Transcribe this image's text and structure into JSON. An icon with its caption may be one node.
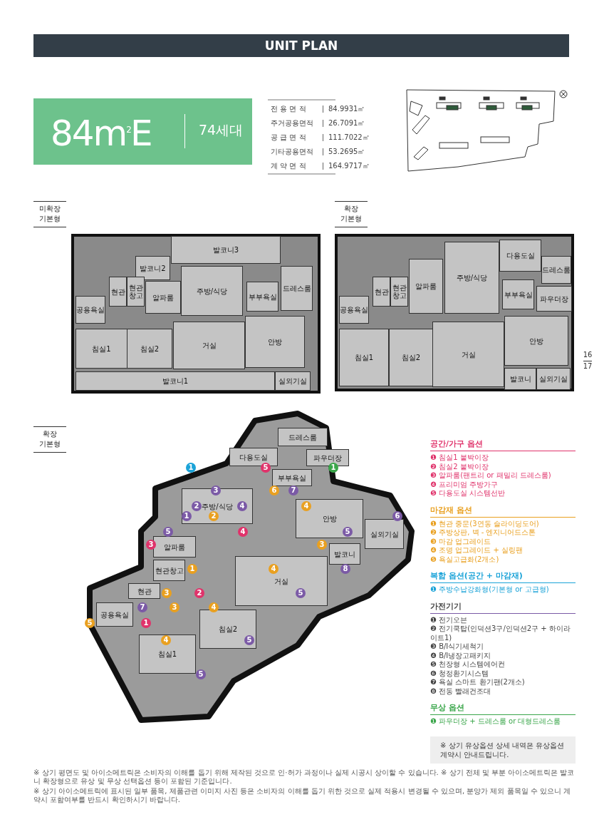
{
  "diagram": {
    "nodes": [
      {
        "text": [
          "UNIT PLAN"
        ]
      },
      {
        "text": [
          "84m$^{2}$E",
          "74세대"
        ]
      },
      {
        "text": [],
        "shape": "picture"
      },
      {
        "text": [],
        "shape": "picture"
      },
      {
        "text": [
          "발코니3"
        ],
        "in": 3
      },
      {
        "text": [
          "발코니2"
        ],
        "in": 3
      },
      {
        "text": [
          "현관"
        ],
        "in": 3
      },
      {
        "text": [
          "현관창고"
        ],
        "in": 3
      },
      {
        "text": [
          "알파룸"
        ],
        "in": 3
      },
      {
        "text": [
          "주방/식당"
        ],
        "in": 3
      },
      {
        "text": [
          "부부욕실"
        ],
        "in": 3
      },
      {
        "text": [
          "드레스룸"
        ],
        "in": 3
      },
      {
        "text": [
          "공용욕실"
        ],
        "in": 3
      },
      {
        "text": [
          "침실1"
        ],
        "in": 3
      },
      {
        "text": [
          "침실2"
        ],
        "in": 3
      },
      {
        "text": [
          "거실"
        ],
        "in": 3
      },
      {
        "text": [
          "안방"
        ],
        "in": 3
      },
      {
        "text": [
          "발코니1"
        ],
        "in": 3
      },
      {
        "text": [
          "실외기실"
        ],
        "in": 3
      },
      {
        "text": [],
        "shape": "picture"
      },
      {
        "text": [
          "다용도실"
        ],
        "in": 19
      },
      {
        "text": [
          "드레스룸"
        ],
        "in": 19
      },
      {
        "text": [
          "현관"
        ],
        "in": 19
      },
      {
        "text": [
          "현관창고"
        ],
        "in": 19
      },
      {
        "text": [
          "알파룸"
        ],
        "in": 19
      },
      {
        "text": [
          "주방/식당"
        ],
        "in": 19
      },
      {
        "text": [
          "부부욕실"
        ],
        "in": 19
      },
      {
        "text": [
          "파우더장"
        ],
        "in": 19
      },
      {
        "text": [
          "공용욕실"
        ],
        "in": 19
      },
      {
        "text": [
          "침실1"
        ],
        "in": 19
      },
      {
        "text": [
          "침실2"
        ],
        "in": 19
      },
      {
        "text": [
          "거실"
        ],
        "in": 19
      },
      {
        "text": [
          "안방"
        ],
        "in": 19
      },
      {
        "text": [
          "발코니"
        ],
        "in": 19
      },
      {
        "text": [
          "실외기실"
        ],
        "in": 19
      },
      {
        "text": [],
        "shape": "picture"
      },
      {
        "text": [
          "드레스룸"
        ],
        "in": 35
      },
      {
        "text": [
          "파우더장"
        ],
        "in": 35
      },
      {
        "text": [
          "다용도실"
        ],
        "in": 35
      },
      {
        "text": [
          "부부욕실"
        ],
        "in": 35
      },
      {
        "text": [
          "주방/식당"
        ],
        "in": 35
      },
      {
        "text": [
          "알파룸"
        ],
        "in": 35
      },
      {
        "text": [
          "안방"
        ],
        "in": 35
      },
      {
        "text": [
          "실외기실"
        ],
        "in": 35
      },
      {
        "text": [
          "발코니"
        ],
        "in": 35
      },
      {
        "text": [
          "현관창고"
        ],
        "in": 35
      },
      {
        "text": [
          "현관"
        ],
        "in": 35
      },
      {
        "text": [
          "공용욕실"
        ],
        "in": 35
      },
      {
        "text": [
          "거실"
        ],
        "in": 35
      },
      {
        "text": [
          "침실2"
        ],
        "in": 35
      },
      {
        "text": [
          "침실1"
        ],
        "in": 35
      },
      {
        "text": [
          "※ 상기 유상옵션 상세 내역은 유상옵션 계약시 안내드립니다."
        ]
      }
    ],
    "labels": [
      "전 용 면 적",
      "84.9931㎡",
      "주거공용면적",
      "26.7091㎡",
      "공 급 면 적",
      "111.7022㎡",
      "기타공용면적",
      "53.2695㎡",
      "계 약 면 적",
      "164.9717㎡",
      "미확장 기본형",
      "확장 기본형",
      "16",
      "17",
      "확장 기본형",
      "1",
      "5",
      "1",
      "3",
      "6",
      "7",
      "2",
      "4",
      "4",
      "1",
      "2",
      "6",
      "5",
      "4",
      "5",
      "3",
      "3",
      "1",
      "4",
      "8",
      "3",
      "2",
      "5",
      "7",
      "3",
      "4",
      "5",
      "1",
      "4",
      "5",
      "5",
      "공간/가구 옵션",
      "❶ 침실1 붙박이장",
      "❷ 침실2 붙박이장",
      "❸ 알파룸(팬트리 or 패밀리 드레스룸)",
      "❹ 프리미엄 주방가구",
      "❺ 다용도실 시스템선반",
      "마감재 옵션",
      "❶ 현관 중문(3연동 슬라이딩도어)",
      "❷ 주방상판, 벽 - 엔지니어드스톤",
      "❸ 마감 업그레이드",
      "❹ 조명 업그레이드 + 실링팬",
      "❺ 욕실고급화(2개소)",
      "복합 옵션(공간 + 마감재)",
      "❶ 주방수납강화형(기본형 or 고급형)",
      "가전기기",
      "❶ 전기오븐",
      "❷ 전기쿡탑(인덕션3구/인덕션2구 + 하이라이트1)",
      "❸ B/I식기세척기",
      "❹ B/I냉장고패키지",
      "❺ 천장형 시스템에어컨",
      "❻ 청정환기시스템",
      "❼ 욕실 스마트 환기팬(2개소)",
      "❽ 전동 빨래건조대",
      "무상 옵션",
      "❶ 파우더장 + 드레스룸 or 대형드레스룸",
      "※ 상기 평면도 및 아이소메트릭은 소비자의 이해를 돕기 위해 제작된 것으로 인·허가 과정이나 실제 시공시 상이할 수 있습니다. ※ 상기 전체 및 부분 아이소메트릭은 발코니 확장형으로 유상 및 무상 선택옵션 등이 포함된 기준입니다.",
      "※ 상기 아이소메트릭에 표시된 일부 품목, 제품관련 이미지 사진 등은 소비자의 이해를 돕기 위한 것으로 실제 적용시 변경될 수 있으며, 분양가 제외 품목일 수 있으니 계약시 포함여부를 반드시 확인하시기 바랍니다."
    ]
  }
}
